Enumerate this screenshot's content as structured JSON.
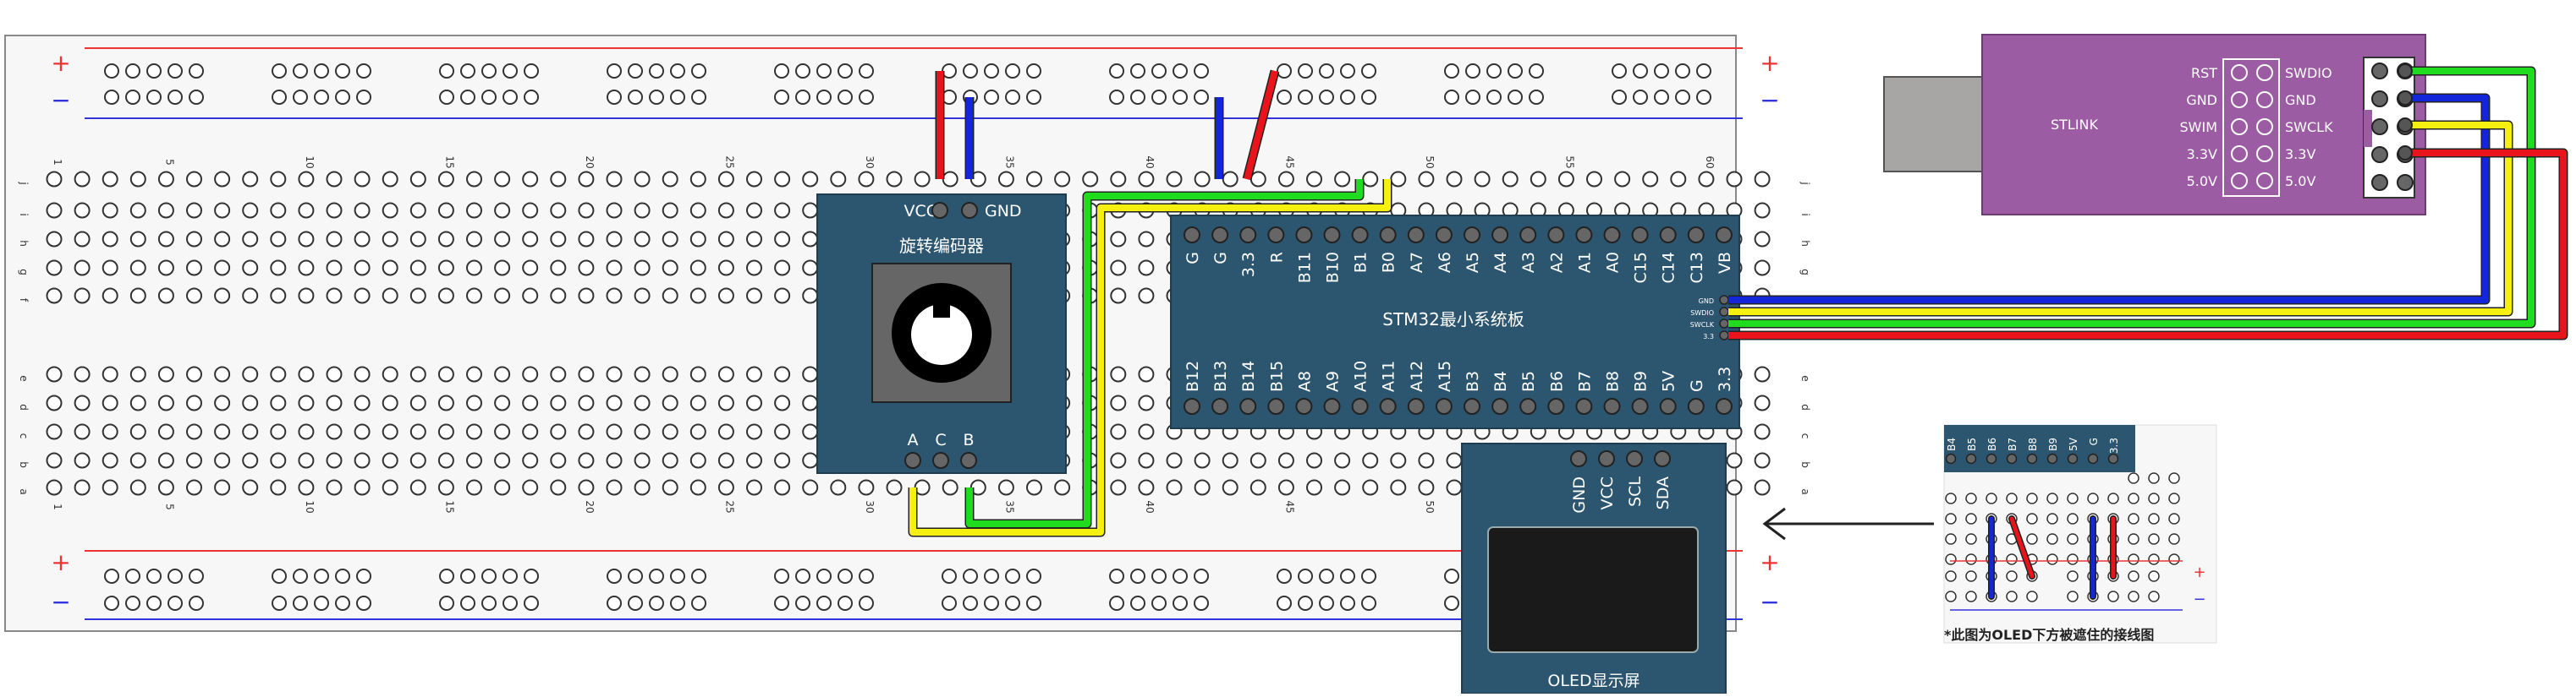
{
  "breadboard": {
    "rail_plus": "+",
    "rail_minus": "−",
    "row_letters_top": [
      "j",
      "i",
      "h",
      "g",
      "f"
    ],
    "row_letters_bottom": [
      "e",
      "d",
      "c",
      "b",
      "a"
    ],
    "column_numbers": [
      "1",
      "5",
      "10",
      "15",
      "20",
      "25",
      "30",
      "35",
      "40",
      "45",
      "50",
      "55",
      "60"
    ]
  },
  "encoder": {
    "title": "旋转编码器",
    "top_pins": [
      "VCC",
      "GND"
    ],
    "bottom_pins": [
      "A",
      "C",
      "B"
    ]
  },
  "stm32": {
    "title": "STM32最小系统板",
    "top_pins": [
      "G",
      "G",
      "3.3",
      "R",
      "B11",
      "B10",
      "B1",
      "B0",
      "A7",
      "A6",
      "A5",
      "A4",
      "A3",
      "A2",
      "A1",
      "A0",
      "C15",
      "C14",
      "C13",
      "VB"
    ],
    "bottom_pins": [
      "B12",
      "B13",
      "B14",
      "B15",
      "A8",
      "A9",
      "A10",
      "A11",
      "A12",
      "A15",
      "B3",
      "B4",
      "B5",
      "B6",
      "B7",
      "B8",
      "B9",
      "5V",
      "G",
      "3.3"
    ],
    "swd_pins": [
      "GND",
      "SWDIO",
      "SWCLK",
      "3.3"
    ]
  },
  "oled": {
    "title": "OLED显示屏",
    "pins": [
      "GND",
      "VCC",
      "SCL",
      "SDA"
    ]
  },
  "stlink": {
    "label": "STLINK",
    "left_labels": [
      "RST",
      "GND",
      "SWIM",
      "3.3V",
      "5.0V"
    ],
    "right_labels": [
      "SWDIO",
      "GND",
      "SWCLK",
      "3.3V",
      "5.0V"
    ]
  },
  "inset": {
    "pins": [
      "B4",
      "B5",
      "B6",
      "B7",
      "B8",
      "B9",
      "5V",
      "G",
      "3.3"
    ],
    "rail_plus": "+",
    "rail_minus": "−",
    "caption": "*此图为OLED下方被遮住的接线图"
  },
  "colors": {
    "red": "#e8141c",
    "blue": "#1426d9",
    "green": "#1fdc1f",
    "yellow": "#f5f00f",
    "module": "#2c5670",
    "stlink": "#9b5ca3"
  }
}
